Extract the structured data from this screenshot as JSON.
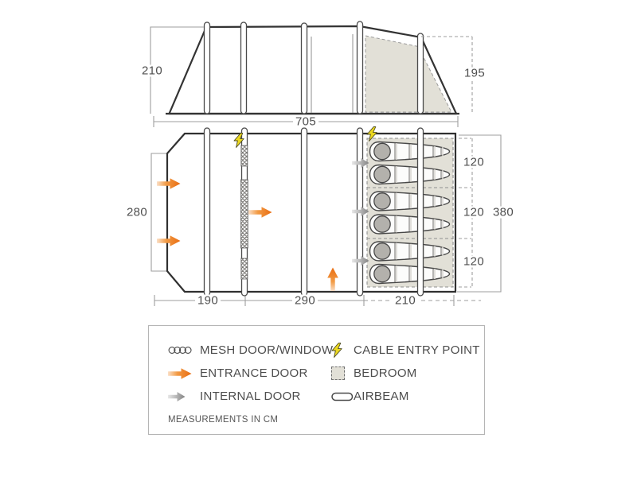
{
  "dimensions": {
    "front_height": "210",
    "rear_height": "195",
    "total_length": "705",
    "total_width": "280",
    "porch_length": "190",
    "living_length": "290",
    "bedroom_length": "210",
    "bedroom_pod_widths": [
      "120",
      "120",
      "120"
    ],
    "bedroom_total_width": "380"
  },
  "legend": {
    "left_column": [
      {
        "icon": "mesh-door-window-icon",
        "label": "MESH DOOR/WINDOW"
      },
      {
        "icon": "entrance-door-icon",
        "label": "ENTRANCE DOOR"
      },
      {
        "icon": "internal-door-icon",
        "label": "INTERNAL DOOR"
      }
    ],
    "right_column": [
      {
        "icon": "cable-entry-point-icon",
        "label": "CABLE ENTRY POINT"
      },
      {
        "icon": "bedroom-icon",
        "label": "BEDROOM"
      },
      {
        "icon": "airbeam-icon",
        "label": "AIRBEAM"
      }
    ],
    "note": "MEASUREMENTS IN CM"
  },
  "plan_features": {
    "airbeam_count": 5,
    "sleeping_bag_count": 6,
    "entrance_door_count": 4,
    "internal_door_count": 3,
    "cable_entry_point_count": 2,
    "bedroom_pod_count": 3
  },
  "colors": {
    "entrance_arrow": "#EA7420",
    "internal_arrow": "#8F8F8F",
    "cable_bolt": "#ECD81F",
    "bedroom_fill": "#E2E0D7",
    "outline": "#3A3A3A",
    "dimension_line": "#9E9E9E",
    "text": "#4F4F4F"
  }
}
